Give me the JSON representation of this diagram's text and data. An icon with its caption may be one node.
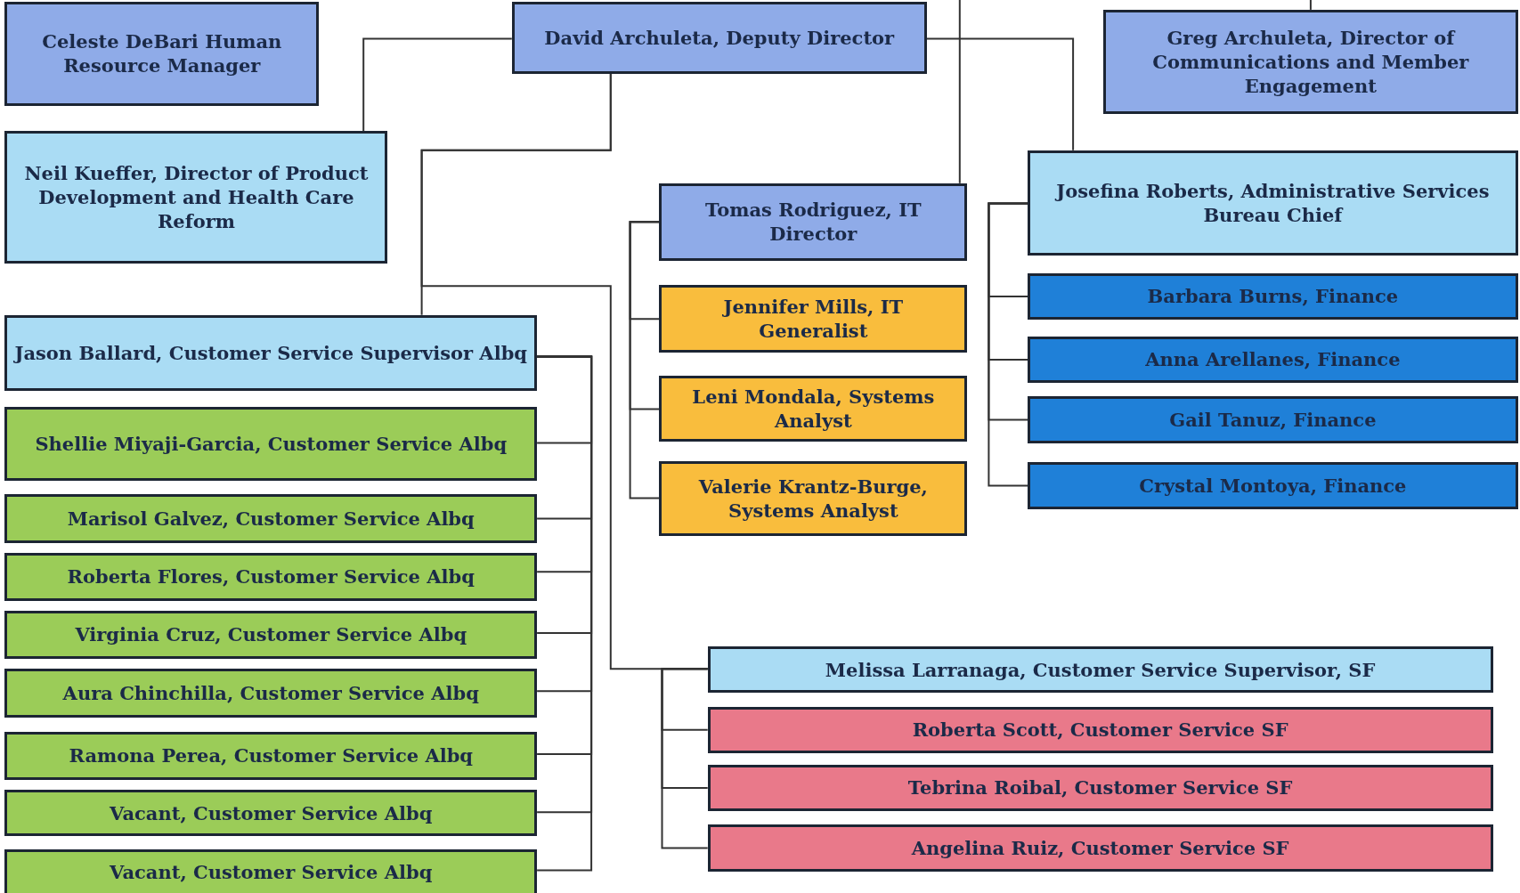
{
  "diagram": {
    "nodes": [
      {
        "text": [
          "Celeste DeBari Human Resource Manager"
        ]
      },
      {
        "text": [
          "David Archuleta, Deputy Director"
        ]
      },
      {
        "text": [
          "Greg Archuleta, Director of Communications and Member Engagement"
        ]
      },
      {
        "text": [
          "Neil Kueffer, Director of Product Development and Health Care Reform"
        ]
      },
      {
        "text": [
          "Tomas Rodriguez, IT Director"
        ]
      },
      {
        "text": [
          "Josefina Roberts, Administrative Services Bureau Chief"
        ]
      },
      {
        "text": [
          "Jason Ballard, Customer Service Supervisor Albq"
        ]
      },
      {
        "text": [
          "Jennifer Mills, IT Generalist"
        ]
      },
      {
        "text": [
          "Barbara Burns, Finance"
        ]
      },
      {
        "text": [
          "Anna Arellanes, Finance"
        ]
      },
      {
        "text": [
          "Leni Mondala, Systems Analyst"
        ]
      },
      {
        "text": [
          "Gail Tanuz, Finance"
        ]
      },
      {
        "text": [
          "Shellie Miyaji-Garcia, Customer Service Albq"
        ]
      },
      {
        "text": [
          "Valerie Krantz-Burge, Systems Analyst"
        ]
      },
      {
        "text": [
          "Crystal Montoya, Finance"
        ]
      },
      {
        "text": [
          "Marisol Galvez, Customer Service Albq"
        ]
      },
      {
        "text": [
          "Roberta Flores, Customer Service Albq"
        ]
      },
      {
        "text": [
          "Virginia Cruz, Customer Service Albq"
        ]
      },
      {
        "text": [
          "Aura Chinchilla, Customer Service Albq"
        ]
      },
      {
        "text": [
          "Melissa Larranaga, Customer Service Supervisor, SF"
        ]
      },
      {
        "text": [
          "Roberta Scott, Customer Service SF"
        ]
      },
      {
        "text": [
          "Ramona Perea, Customer Service Albq"
        ]
      },
      {
        "text": [
          "Tebrina Roibal, Customer Service SF"
        ]
      },
      {
        "text": [
          "Vacant, Customer Service Albq"
        ]
      },
      {
        "text": [
          "Angelina Ruiz, Customer Service SF"
        ]
      },
      {
        "text": [
          "Vacant, Customer Service Albq"
        ]
      }
    ],
    "edges": [
      {
        "from": null,
        "to": 2,
        "arrow": "none"
      },
      {
        "from": null,
        "to": 4,
        "arrow": "none"
      },
      {
        "from": 1,
        "to": 3,
        "arrow": "none"
      },
      {
        "from": 1,
        "to": 5,
        "arrow": "none"
      },
      {
        "from": 1,
        "to": 6,
        "arrow": "none"
      },
      {
        "from": 1,
        "to": 19,
        "arrow": "none"
      },
      {
        "from": 4,
        "to": 7,
        "arrow": "none"
      },
      {
        "from": 4,
        "to": 10,
        "arrow": "none"
      },
      {
        "from": 4,
        "to": 13,
        "arrow": "none"
      },
      {
        "from": 5,
        "to": 8,
        "arrow": "none"
      },
      {
        "from": 5,
        "to": 9,
        "arrow": "none"
      },
      {
        "from": 5,
        "to": 11,
        "arrow": "none"
      },
      {
        "from": 5,
        "to": 14,
        "arrow": "none"
      },
      {
        "from": 6,
        "to": 12,
        "arrow": "none"
      },
      {
        "from": 6,
        "to": 15,
        "arrow": "none"
      },
      {
        "from": 6,
        "to": 16,
        "arrow": "none"
      },
      {
        "from": 6,
        "to": 17,
        "arrow": "none"
      },
      {
        "from": 6,
        "to": 18,
        "arrow": "none"
      },
      {
        "from": 6,
        "to": 21,
        "arrow": "none"
      },
      {
        "from": 6,
        "to": 23,
        "arrow": "none"
      },
      {
        "from": 6,
        "to": 25,
        "arrow": "none"
      },
      {
        "from": 19,
        "to": 20,
        "arrow": "none"
      },
      {
        "from": 19,
        "to": 22,
        "arrow": "none"
      },
      {
        "from": 19,
        "to": 24,
        "arrow": "none"
      }
    ]
  }
}
